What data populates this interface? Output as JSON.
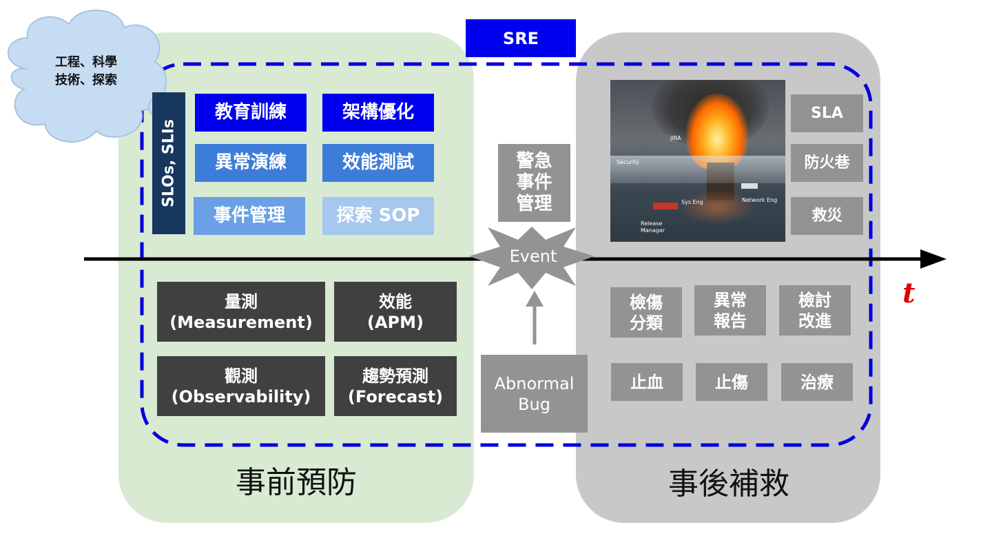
{
  "colors": {
    "prevent_bg": "#d9ead3",
    "remedy_bg": "#c8c8c8",
    "blue_dark": "#0000ee",
    "blue_mid": "#3d7dd9",
    "blue_light": "#6b9fe6",
    "blue_pale": "#a6c7ee",
    "navy_bar": "#17375e",
    "dark_gray": "#404040",
    "mid_gray": "#939393",
    "dash_blue": "#0000dd",
    "t_red": "#e00000",
    "cloud": "#c6dcf2"
  },
  "sre_label": "SRE",
  "cloud": {
    "line1": "工程、科學",
    "line2": "技術、探索"
  },
  "slo_label": "SLOs, SLIs",
  "prevent": {
    "title": "事前預防",
    "practice_boxes": [
      "教育訓練",
      "架構優化",
      "異常演練",
      "效能測試",
      "事件管理",
      "探索 SOP"
    ],
    "metric_boxes": [
      "量測\n(Measurement)",
      "效能\n(APM)",
      "觀測\n(Observability)",
      "趨勢預測\n(Forecast)"
    ]
  },
  "center": {
    "alert_box": "警急\n事件\n管理",
    "event_label": "Event",
    "abnormal_box": "Abnormal\nBug"
  },
  "remedy": {
    "title": "事後補救",
    "side_boxes": [
      "SLA",
      "防火巷",
      "救災"
    ],
    "row1": [
      "檢傷\n分類",
      "異常\n報告",
      "檢討\n改進"
    ],
    "row2": [
      "止血",
      "止傷",
      "治療"
    ],
    "photo_labels": [
      "JIRA",
      "Security",
      "Sys Eng",
      "Network Eng",
      "Release\nManager"
    ]
  },
  "axis_label": "t",
  "icons": {
    "arrow": "right-arrow-icon",
    "event": "starburst-icon",
    "cloud": "thought-cloud-icon"
  }
}
